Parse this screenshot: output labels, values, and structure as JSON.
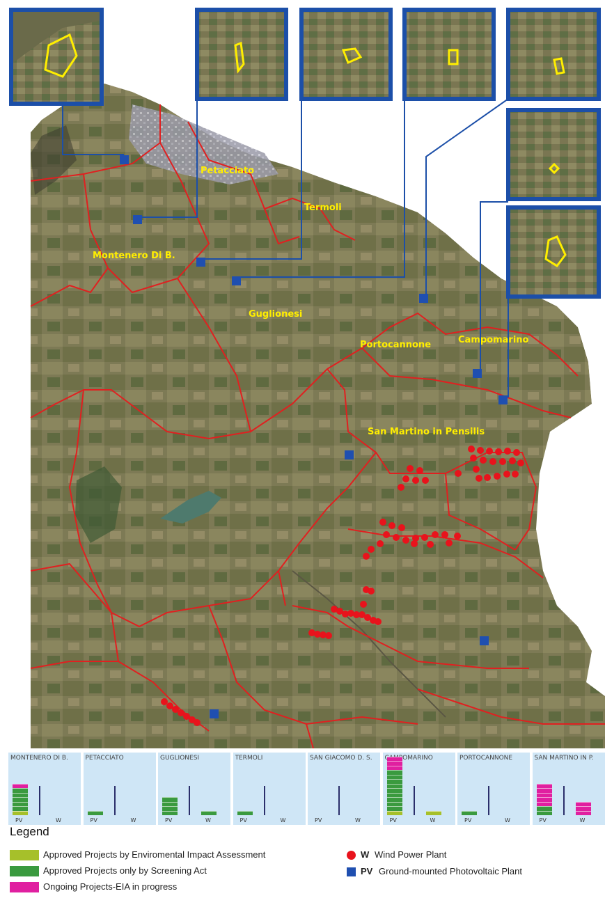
{
  "map": {
    "municipality_labels": [
      {
        "key": "petacciato",
        "text": "Petacciato"
      },
      {
        "key": "termoli",
        "text": "Termoli"
      },
      {
        "key": "montenero",
        "text": "Montenero Di B."
      },
      {
        "key": "guglionesi",
        "text": "Guglionesi"
      },
      {
        "key": "portocannone",
        "text": "Portocannone"
      },
      {
        "key": "campomarino",
        "text": "Campomarino"
      },
      {
        "key": "sanmartino",
        "text": "San Martino in Pensilis"
      }
    ],
    "colors": {
      "boundary": "#e02020",
      "pv_marker": "#1f4fb0",
      "wind_marker": "#e8131c",
      "inset_frame": "#1c4fa8",
      "inset_outline": "#ffee00",
      "label": "#ffee00"
    }
  },
  "bar_panels": {
    "colors": {
      "approved_eia": "#a6c02a",
      "screening": "#3a9a3f",
      "ongoing": "#e020a0"
    },
    "axis_pv": "PV",
    "axis_w": "W",
    "panels": [
      {
        "name": "MONTENERO DI B.",
        "pv": {
          "approved_eia": 1,
          "screening": 5,
          "ongoing": 1
        },
        "w": {
          "approved_eia": 0,
          "screening": 0,
          "ongoing": 0
        }
      },
      {
        "name": "PETACCIATO",
        "pv": {
          "approved_eia": 0,
          "screening": 1,
          "ongoing": 0
        },
        "w": {
          "approved_eia": 0,
          "screening": 0,
          "ongoing": 0
        }
      },
      {
        "name": "GUGLIONESI",
        "pv": {
          "approved_eia": 0,
          "screening": 4,
          "ongoing": 0
        },
        "w": {
          "approved_eia": 0,
          "screening": 1,
          "ongoing": 0
        }
      },
      {
        "name": "TERMOLI",
        "pv": {
          "approved_eia": 0,
          "screening": 1,
          "ongoing": 0
        },
        "w": {
          "approved_eia": 0,
          "screening": 0,
          "ongoing": 0
        }
      },
      {
        "name": "SAN GIACOMO D. S.",
        "pv": {
          "approved_eia": 0,
          "screening": 0,
          "ongoing": 0
        },
        "w": {
          "approved_eia": 0,
          "screening": 0,
          "ongoing": 0
        }
      },
      {
        "name": "CAMPOMARINO",
        "pv": {
          "approved_eia": 1,
          "screening": 9,
          "ongoing": 3
        },
        "w": {
          "approved_eia": 1,
          "screening": 0,
          "ongoing": 0
        }
      },
      {
        "name": "PORTOCANNONE",
        "pv": {
          "approved_eia": 0,
          "screening": 1,
          "ongoing": 0
        },
        "w": {
          "approved_eia": 0,
          "screening": 0,
          "ongoing": 0
        }
      },
      {
        "name": "SAN MARTINO IN P.",
        "pv": {
          "approved_eia": 0,
          "screening": 2,
          "ongoing": 5
        },
        "w": {
          "approved_eia": 0,
          "screening": 0,
          "ongoing": 3
        }
      }
    ]
  },
  "legend": {
    "title": "Legend",
    "items": [
      {
        "key": "approved_eia",
        "label": "Approved Projects by Enviromental Impact Assessment"
      },
      {
        "key": "screening",
        "label": "Approved Projects only by Screening Act"
      },
      {
        "key": "ongoing",
        "label": "Ongoing Projects-EIA in progress"
      }
    ],
    "symbols": [
      {
        "key": "wind",
        "abbr": "W",
        "label": "Wind Power Plant"
      },
      {
        "key": "pv",
        "abbr": "PV",
        "label": "Ground-mounted Photovoltaic Plant"
      }
    ]
  }
}
